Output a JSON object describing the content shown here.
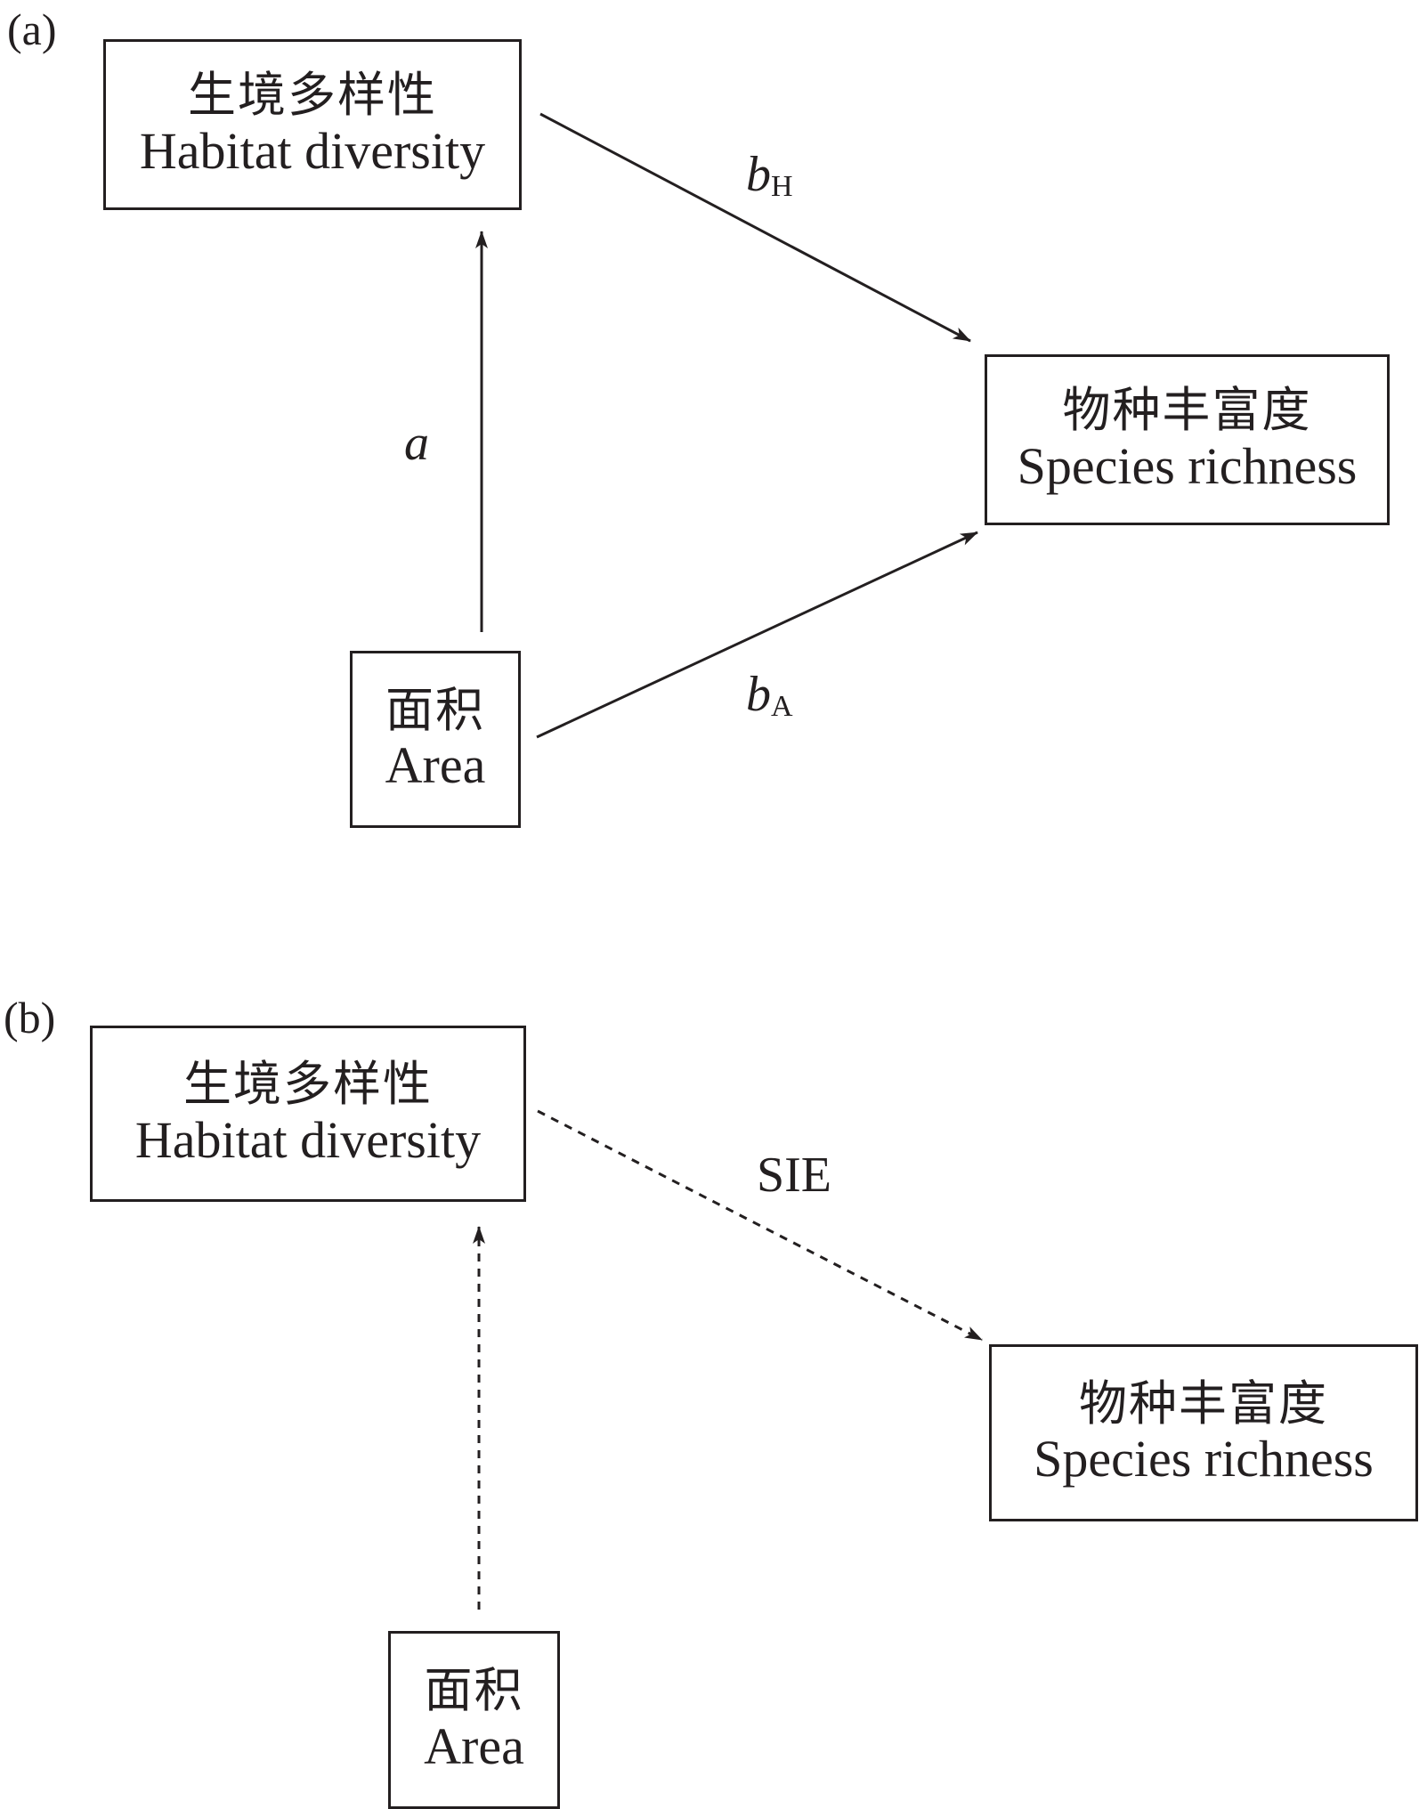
{
  "panels": [
    {
      "label": "(a)",
      "nodes": {
        "habitat": {
          "zh": "生境多样性",
          "en": "Habitat diversity"
        },
        "species": {
          "zh": "物种丰富度",
          "en": "Species richness"
        },
        "area": {
          "zh": "面积",
          "en": "Area"
        }
      },
      "edges": {
        "area_to_habitat": {
          "label": "a",
          "style": "solid"
        },
        "habitat_to_species": {
          "label_main": "b",
          "label_sub": "H",
          "style": "solid"
        },
        "area_to_species": {
          "label_main": "b",
          "label_sub": "A",
          "style": "solid"
        }
      }
    },
    {
      "label": "(b)",
      "nodes": {
        "habitat": {
          "zh": "生境多样性",
          "en": "Habitat diversity"
        },
        "species": {
          "zh": "物种丰富度",
          "en": "Species richness"
        },
        "area": {
          "zh": "面积",
          "en": "Area"
        }
      },
      "edges": {
        "area_to_habitat": {
          "style": "dashed"
        },
        "habitat_to_species": {
          "label": "SIE",
          "style": "dashed"
        }
      }
    }
  ]
}
